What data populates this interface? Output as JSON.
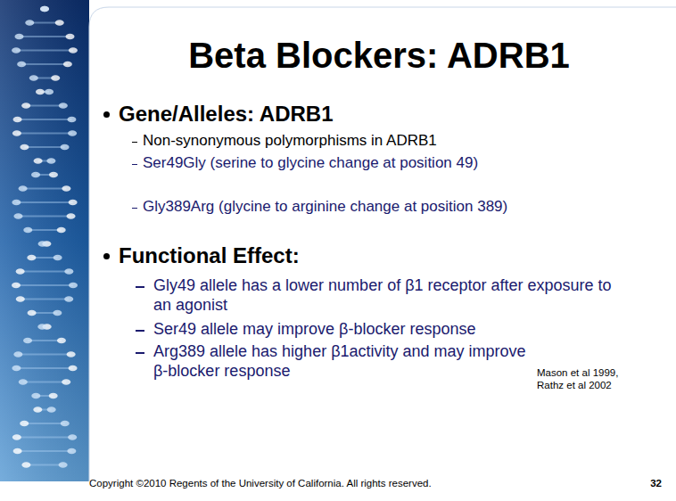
{
  "diagram": {
    "title": "Beta Blockers: ADRB1",
    "labels": [
      "Gene/Alleles: ADRB1",
      "Non-synonymous polymorphisms in ADRB1",
      "Ser49Gly (serine to glycine change at position 49)",
      "Gly389Arg (glycine to arginine change at position 389)",
      "Functional Effect:",
      "Gly49 allele has a lower number of β1 receptor after exposure to an agonist",
      "Ser49 allele may improve β-blocker response",
      "Arg389 allele has higher β1activity and may improve β-blocker response",
      "Mason et al 1999, Rathz et al 2002",
      "Copyright ©2010 Regents of the University of California. All rights reserved.",
      "32"
    ]
  }
}
